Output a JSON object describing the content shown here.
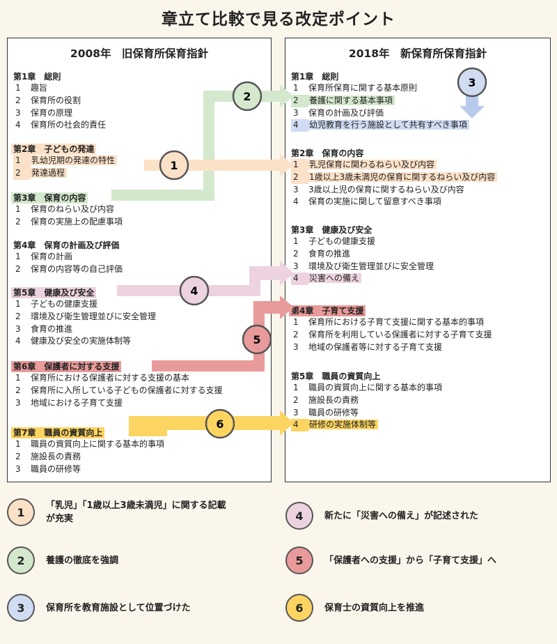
{
  "title": "章立て比較で見る改定ポイント",
  "old": {
    "heading": "2008年　旧保育所保育指針",
    "chapters": [
      {
        "title": "第1章　総則",
        "items": [
          {
            "n": "1",
            "t": "趣旨"
          },
          {
            "n": "2",
            "t": "保育所の役割"
          },
          {
            "n": "3",
            "t": "保育の原理"
          },
          {
            "n": "4",
            "t": "保育所の社会的責任"
          }
        ]
      },
      {
        "title": "第2章　子どもの発達",
        "items": [
          {
            "n": "1",
            "t": "乳幼児期の発達の特性"
          },
          {
            "n": "2",
            "t": "発達過程"
          }
        ]
      },
      {
        "title": "第3章　保育の内容",
        "items": [
          {
            "n": "1",
            "t": "保育のねらい及び内容"
          },
          {
            "n": "2",
            "t": "保育の実施上の配慮事項"
          }
        ]
      },
      {
        "title": "第4章　保育の計画及び評価",
        "items": [
          {
            "n": "1",
            "t": "保育の計画"
          },
          {
            "n": "2",
            "t": "保育の内容等の自己評価"
          }
        ]
      },
      {
        "title": "第5章　健康及び安全",
        "items": [
          {
            "n": "1",
            "t": "子どもの健康支援"
          },
          {
            "n": "2",
            "t": "環境及び衛生管理並びに安全管理"
          },
          {
            "n": "3",
            "t": "食育の推進"
          },
          {
            "n": "4",
            "t": "健康及び安全の実施体制等"
          }
        ]
      },
      {
        "title": "第6章　保護者に対する支援",
        "items": [
          {
            "n": "1",
            "t": "保育所における保護者に対する支援の基本"
          },
          {
            "n": "2",
            "t": "保育所に入所している子どもの保護者に対する支援"
          },
          {
            "n": "3",
            "t": "地域における子育て支援"
          }
        ]
      },
      {
        "title": "第7章　職員の資質向上",
        "items": [
          {
            "n": "1",
            "t": "職員の資質向上に関する基本的事項"
          },
          {
            "n": "2",
            "t": "施設長の責務"
          },
          {
            "n": "3",
            "t": "職員の研修等"
          }
        ]
      }
    ]
  },
  "new": {
    "heading": "2018年　新保育所保育指針",
    "chapters": [
      {
        "title": "第1章　総則",
        "items": [
          {
            "n": "1",
            "t": "保育所保育に関する基本原則"
          },
          {
            "n": "2",
            "t": "養護に関する基本事項"
          },
          {
            "n": "3",
            "t": "保育の計画及び評価"
          },
          {
            "n": "4",
            "t": "幼児教育を行う施設として共有すべき事項"
          }
        ]
      },
      {
        "title": "第2章　保育の内容",
        "items": [
          {
            "n": "1",
            "t": "乳児保育に関わるねらい及び内容"
          },
          {
            "n": "2",
            "t": "1歳以上3歳未満児の保育に関するねらい及び内容"
          },
          {
            "n": "3",
            "t": "3歳以上児の保育に関するねらい及び内容"
          },
          {
            "n": "4",
            "t": "保育の実施に関して留意すべき事項"
          }
        ]
      },
      {
        "title": "第3章　健康及び安全",
        "items": [
          {
            "n": "1",
            "t": "子どもの健康支援"
          },
          {
            "n": "2",
            "t": "食育の推進"
          },
          {
            "n": "3",
            "t": "環境及び衛生管理並びに安全管理"
          },
          {
            "n": "4",
            "t": "災害への備え"
          }
        ]
      },
      {
        "title": "第4章　子育て支援",
        "items": [
          {
            "n": "1",
            "t": "保育所における子育て支援に関する基本的事項"
          },
          {
            "n": "2",
            "t": "保育所を利用している保護者に対する子育て支援"
          },
          {
            "n": "3",
            "t": "地域の保護者等に対する子育て支援"
          }
        ]
      },
      {
        "title": "第5章　職員の資質向上",
        "items": [
          {
            "n": "1",
            "t": "職員の資質向上に関する基本的事項"
          },
          {
            "n": "2",
            "t": "施設長の責務"
          },
          {
            "n": "3",
            "t": "職員の研修等"
          },
          {
            "n": "4",
            "t": "研修の実施体制等"
          }
        ]
      }
    ]
  },
  "markers": [
    "1",
    "2",
    "3",
    "4",
    "5",
    "6"
  ],
  "legend": [
    {
      "num": "1",
      "text": "「乳児」「1歳以上3歳未満児」に関する記載\nが充実",
      "color": "#fbe1c8"
    },
    {
      "num": "4",
      "text": "新たに「災害への備え」が記述された",
      "color": "#ecd3df"
    },
    {
      "num": "2",
      "text": "養護の徹底を強調",
      "color": "#d3e8cc"
    },
    {
      "num": "5",
      "text": "「保護者への支援」から「子育て支援」へ",
      "color": "#e99a9a"
    },
    {
      "num": "3",
      "text": "保育所を教育施設として位置づけた",
      "color": "#cfdcf2"
    },
    {
      "num": "6",
      "text": "保育士の資質向上を推進",
      "color": "#fcd461"
    }
  ],
  "colors": {
    "orange": "#fbe1c8",
    "green": "#d3e8cc",
    "blue": "#cfdcf2",
    "pink": "#ecd3df",
    "red": "#e99a9a",
    "yellow": "#fcd461"
  }
}
